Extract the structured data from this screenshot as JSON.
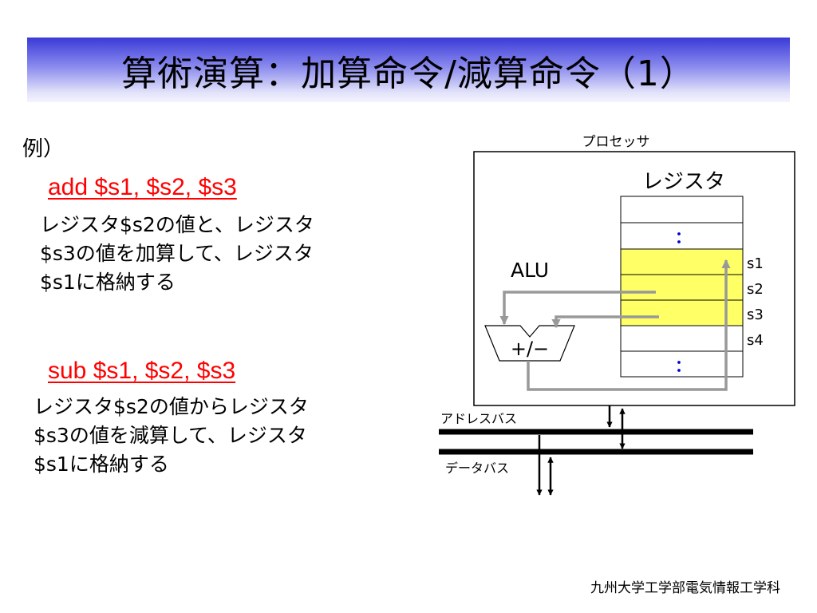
{
  "slide": {
    "title": "算術演算：加算命令/減算命令（1）",
    "example_label": "例）",
    "footer": "九州大学工学部電気情報工学科"
  },
  "examples": [
    {
      "instruction": "add  $s1,  $s2,  $s3",
      "description": [
        "レジスタ$s2の値と、レジスタ",
        "$s3の値を加算して、レジスタ",
        "$s1に格納する"
      ]
    },
    {
      "instruction": "sub  $s1,  $s2,  $s3",
      "description": [
        "レジスタ$s2の値からレジスタ",
        "$s3の値を減算して、レジスタ",
        "$s1に格納する"
      ]
    }
  ],
  "diagram": {
    "processor_label": "プロセッサ",
    "register_title": "レジスタ",
    "alu_label": "ALU",
    "alu_op": "+/−",
    "ellipsis": "：",
    "register_names": [
      "s1",
      "s2",
      "s3",
      "s4"
    ],
    "address_bus_label": "アドレスバス",
    "data_bus_label": "データバス",
    "colors": {
      "highlight": "#ffff66",
      "arrow": "#999999",
      "bus": "#000000"
    }
  }
}
